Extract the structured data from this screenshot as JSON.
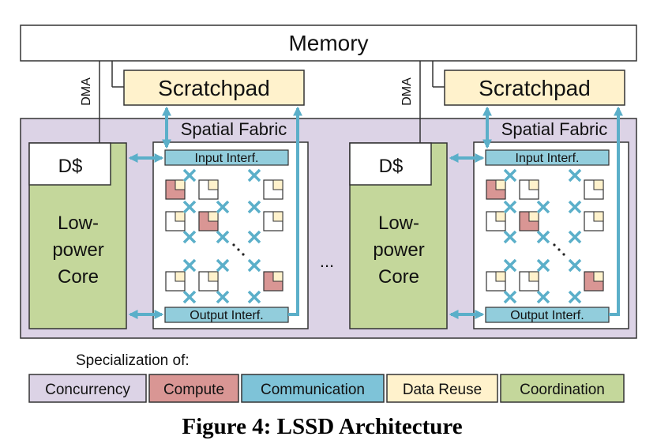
{
  "memory": {
    "label": "Memory"
  },
  "dma_label": "DMA",
  "units": [
    {
      "scratchpad": "Scratchpad",
      "fabric_title": "Spatial Fabric",
      "dcache": "D$",
      "core": [
        "Low-",
        "power",
        "Core"
      ],
      "input_interface": "Input Interf.",
      "output_interface": "Output Interf."
    },
    {
      "scratchpad": "Scratchpad",
      "fabric_title": "Spatial Fabric",
      "dcache": "D$",
      "core": [
        "Low-",
        "power",
        "Core"
      ],
      "input_interface": "Input Interf.",
      "output_interface": "Output Interf."
    }
  ],
  "ellipsis": "...",
  "grid_ellipsis": ". . .",
  "legend": {
    "title": "Specialization of:",
    "items": [
      {
        "label": "Concurrency",
        "color": "#dcd3e6"
      },
      {
        "label": "Compute",
        "color": "#d99694"
      },
      {
        "label": "Communication",
        "color": "#7ec3d8"
      },
      {
        "label": "Data Reuse",
        "color": "#fff2cc"
      },
      {
        "label": "Coordination",
        "color": "#c4d79b"
      }
    ]
  },
  "caption": "Figure 4: LSSD Architecture",
  "colors": {
    "concurrency_bg": "#dcd3e6",
    "compute": "#d99694",
    "communication": "#5bafc9",
    "interface_fill": "#92cddc",
    "data_reuse": "#fff2cc",
    "coordination": "#c4d79b"
  }
}
